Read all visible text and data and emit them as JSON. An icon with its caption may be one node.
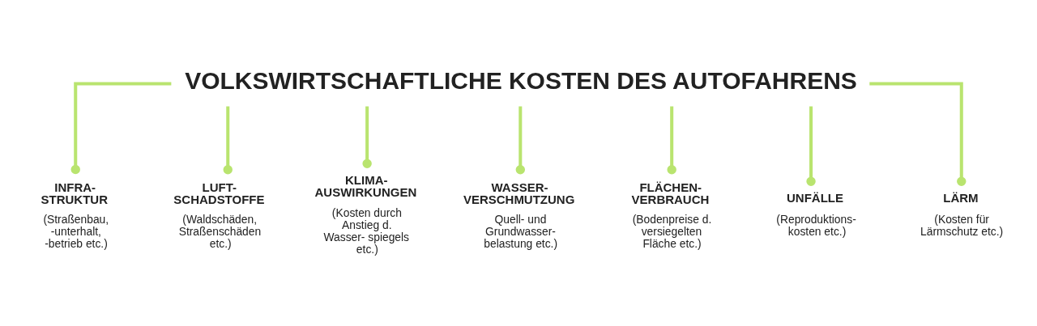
{
  "diagram": {
    "nodes": [
      {
        "text": [
          "VOLKSWIRTSCHAFTLICHE KOSTEN DES AUTOFAHRENS"
        ]
      },
      {
        "text": [
          "INFRA- STRUKTUR",
          "(Straßenbau, -unterhalt, -betrieb etc.)"
        ]
      },
      {
        "text": [
          "LUFT- SCHADSTOFFE",
          "(Waldschäden, Straßenschäden etc.)"
        ]
      },
      {
        "text": [
          "KLIMA- AUSWIRKUNGEN",
          "(Kosten durch Anstieg d. Wasser- spiegels etc.)"
        ]
      },
      {
        "text": [
          "WASSER- VERSCHMUTZUNG",
          "Quell- und Grundwasser- belastung etc.)"
        ]
      },
      {
        "text": [
          "FLÄCHEN- VERBRAUCH",
          "(Bodenpreise d. versiegelten Fläche etc.)"
        ]
      },
      {
        "text": [
          "UNFÄLLE",
          "(Reproduktions- kosten etc.)"
        ]
      },
      {
        "text": [
          "LÄRM",
          "(Kosten für Lärmschutz etc.)"
        ]
      }
    ],
    "edges": [
      {
        "from": 0,
        "to": 1,
        "arrow": "other"
      },
      {
        "from": 0,
        "to": 2,
        "arrow": "other"
      },
      {
        "from": 0,
        "to": 3,
        "arrow": "other"
      },
      {
        "from": 0,
        "to": 4,
        "arrow": "other"
      },
      {
        "from": 0,
        "to": 5,
        "arrow": "other"
      },
      {
        "from": 0,
        "to": 6,
        "arrow": "other"
      },
      {
        "from": 0,
        "to": 7,
        "arrow": "other"
      }
    ]
  }
}
